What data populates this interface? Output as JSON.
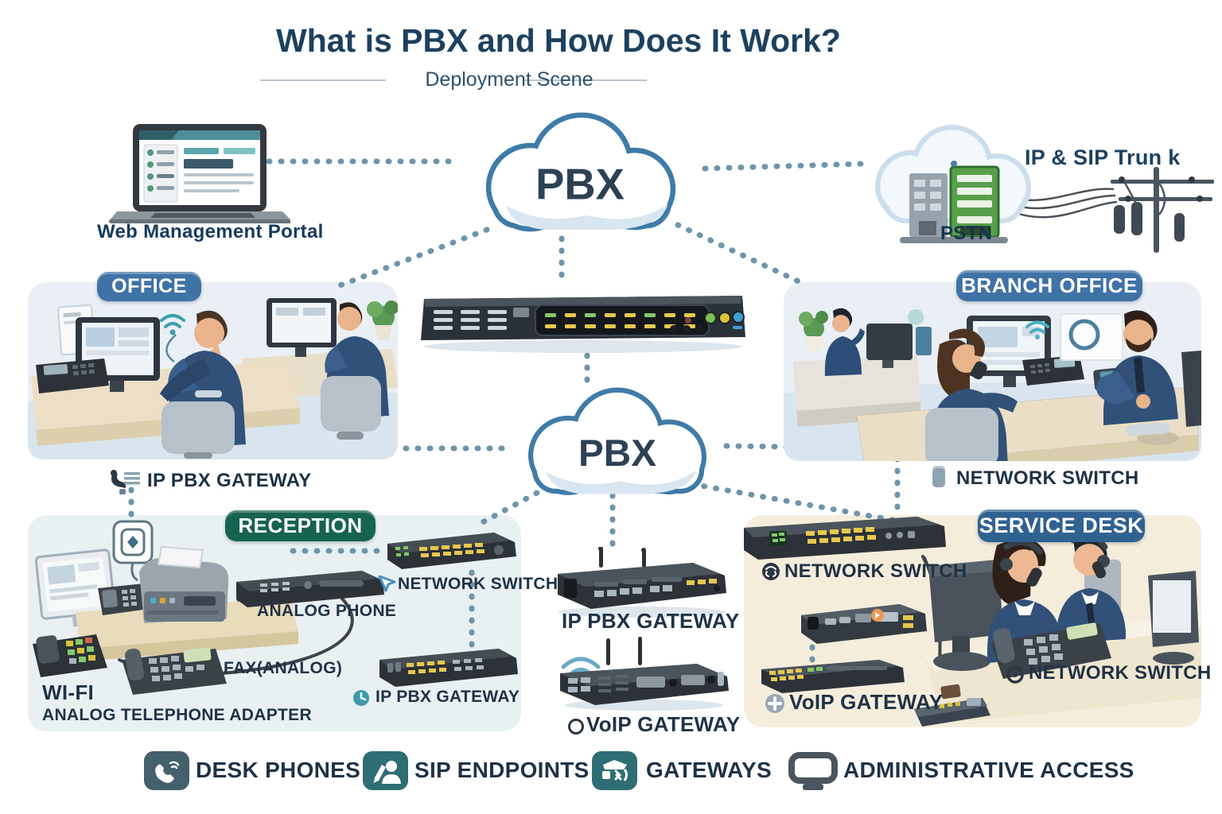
{
  "header": {
    "title": "What is PBX and How Does It Work?",
    "subtitle": "Deployment Scene"
  },
  "top": {
    "web_portal_label": "Web Management Portal",
    "pbx_cloud_label": "PBX",
    "pstn_label": "PSTN",
    "trunk_label": "IP & SIP Trun k"
  },
  "middle": {
    "office_badge": "OFFICE",
    "branch_badge": "BRANCH OFFICE",
    "office_gateway_label": "IP PBX GATEWAY",
    "branch_switch_label": "NETWORK SWITCH",
    "pbx_cloud_label": "PBX"
  },
  "reception": {
    "badge": "RECEPTION",
    "network_switch_label": "NETWORK SWITCH",
    "analog_phone_label": "ANALOG PHONE",
    "fax_label": "FAX(ANALOG)",
    "wifi_label": "WI-FI",
    "ata_label": "ANALOG TELEPHONE ADAPTER",
    "ip_pbx_gateway_label": "IP PBX GATEWAY"
  },
  "center_devices": {
    "ip_pbx_gateway_label": "IP PBX GATEWAY",
    "voip_gateway_label": "VoIP GATEWAY"
  },
  "service_desk": {
    "badge": "SERVICE DESK",
    "network_switch_top_label": "NETWORK SWITCH",
    "voip_gateway_label": "VoIP GATEWAY",
    "network_switch_right_label": "NETWORK SWITCH"
  },
  "legend": {
    "items": [
      {
        "icon": "desk-phone-icon",
        "label": "DESK PHONES"
      },
      {
        "icon": "sip-endpoint-icon",
        "label": "SIP ENDPOINTS"
      },
      {
        "icon": "gateway-icon",
        "label": "GATEWAYS"
      },
      {
        "icon": "admin-access-icon",
        "label": "ADMINISTRATIVE ACCESS"
      }
    ]
  },
  "colors": {
    "badge_blue": "#3f73a6",
    "badge_green": "#156350",
    "badge_service_blue": "#2f6191",
    "title_text": "#1c415f",
    "label_text": "#1f3246",
    "cloud_outline": "#3f7ba8",
    "dashed_line": "#6d95ab",
    "panel_blue": "#e9eff4",
    "panel_cream": "#f5eddc",
    "led_yellow": "#e7c84f",
    "led_green": "#86c86a"
  }
}
